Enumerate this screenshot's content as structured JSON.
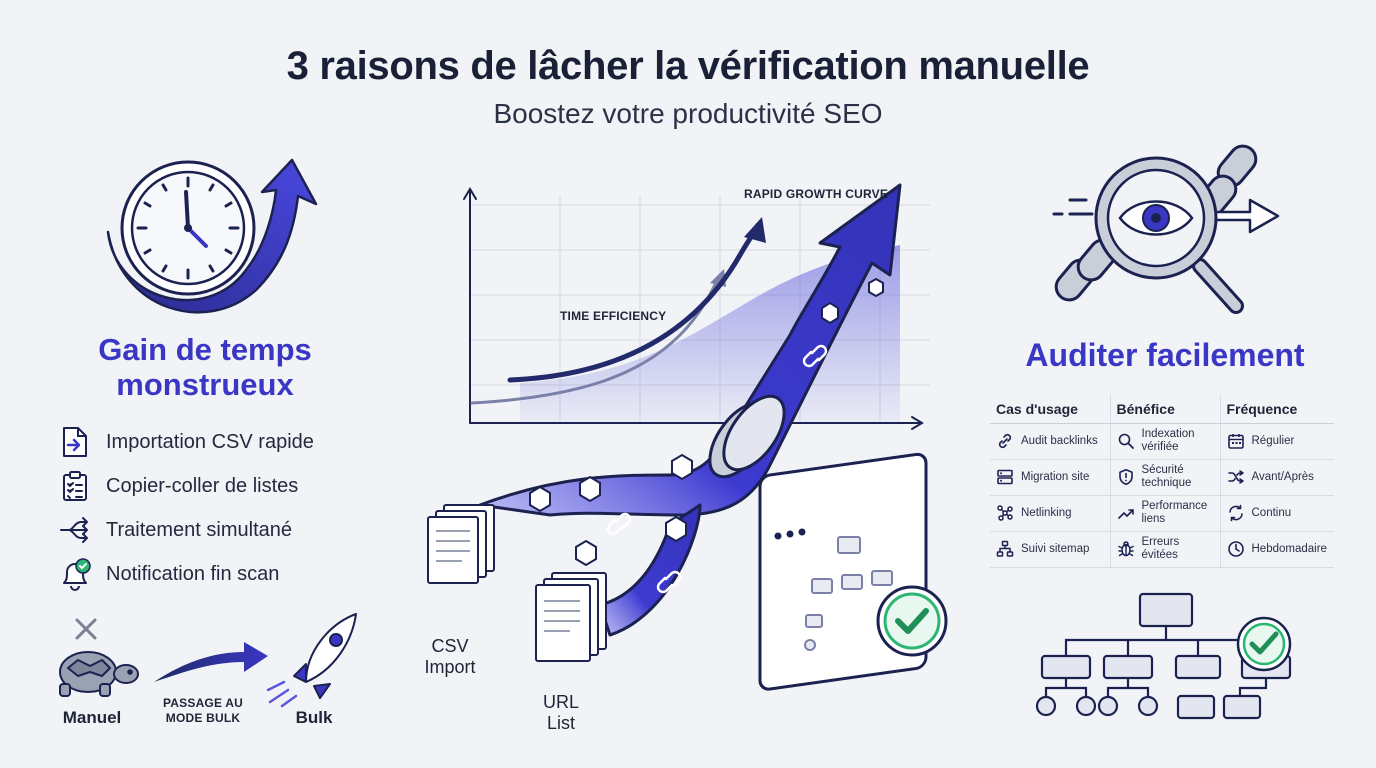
{
  "header": {
    "title": "3 raisons de lâcher la vérification manuelle",
    "subtitle": "Boostez votre productivité SEO"
  },
  "left": {
    "title": "Gain de temps monstrueux",
    "features": [
      {
        "label": "Importation CSV rapide",
        "icon": "file-arrow-icon"
      },
      {
        "label": "Copier-coller de listes",
        "icon": "clipboard-list-icon"
      },
      {
        "label": "Traitement simultané",
        "icon": "split-arrows-icon"
      },
      {
        "label": "Notification fin scan",
        "icon": "bell-check-icon"
      }
    ],
    "manual_label": "Manuel",
    "transition_label_line1": "PASSAGE AU",
    "transition_label_line2": "MODE BULK",
    "bulk_label": "Bulk"
  },
  "center": {
    "chart_label_top": "RAPID GROWTH CURVE",
    "chart_label_mid": "TIME EFFICIENCY",
    "csv_label_line1": "CSV",
    "csv_label_line2": "Import",
    "url_label_line1": "URL",
    "url_label_line2": "List"
  },
  "right": {
    "title": "Auditer facilement",
    "table": {
      "headers": [
        "Cas d'usage",
        "Bénéfice",
        "Fréquence"
      ],
      "rows": [
        {
          "use": "Audit backlinks",
          "use_icon": "link-icon",
          "benefit": "Indexation vérifiée",
          "benefit_icon": "search-icon",
          "freq": "Régulier",
          "freq_icon": "calendar-icon"
        },
        {
          "use": "Migration site",
          "use_icon": "server-icon",
          "benefit": "Sécurité technique",
          "benefit_icon": "shield-icon",
          "freq": "Avant/Après",
          "freq_icon": "shuffle-icon"
        },
        {
          "use": "Netlinking",
          "use_icon": "network-icon",
          "benefit": "Performance liens",
          "benefit_icon": "trend-up-icon",
          "freq": "Continu",
          "freq_icon": "refresh-icon"
        },
        {
          "use": "Suivi sitemap",
          "use_icon": "sitemap-icon",
          "benefit": "Erreurs évitées",
          "benefit_icon": "bug-icon",
          "freq": "Hebdomadaire",
          "freq_icon": "clock-icon"
        }
      ]
    }
  },
  "colors": {
    "accent": "#3a37c4",
    "navy": "#232a6b",
    "check_green": "#2bb673",
    "background": "#f1f3f7"
  }
}
